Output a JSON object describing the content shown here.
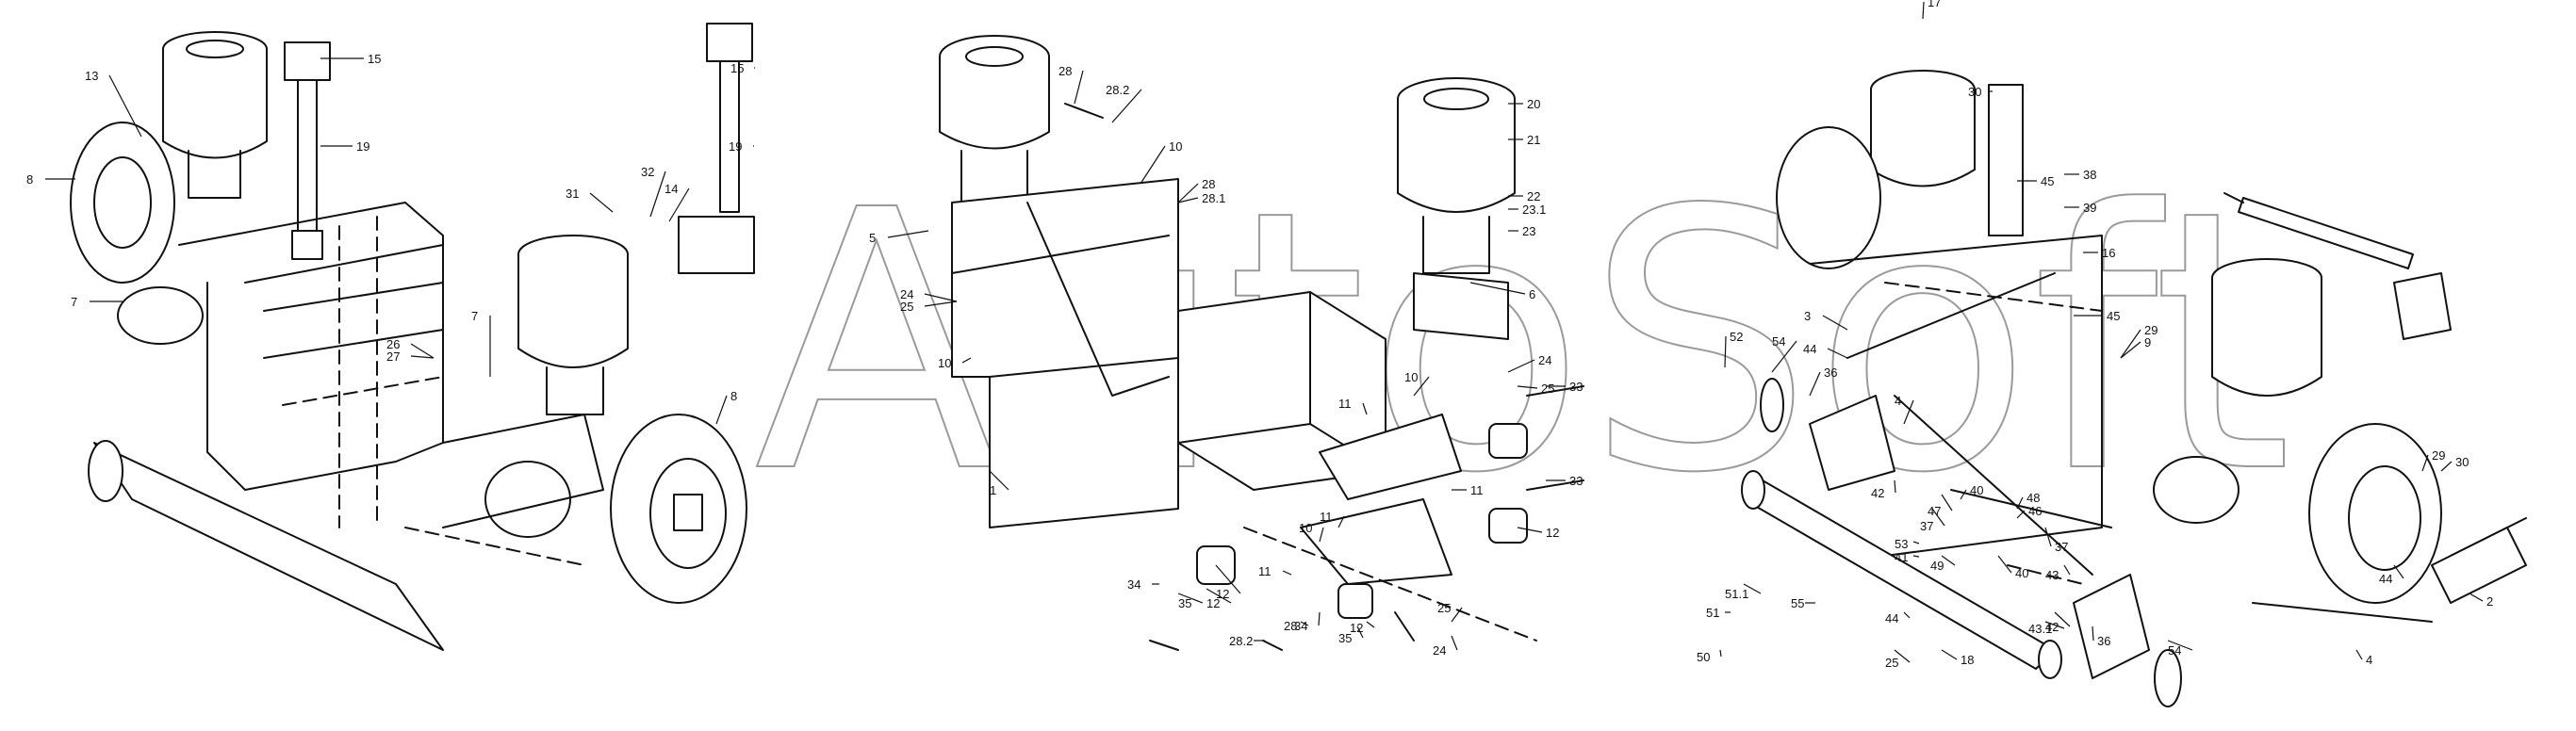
{
  "watermark": "AutoSoft",
  "callouts": [
    "13",
    "8",
    "7",
    "15",
    "19",
    "31",
    "32",
    "14",
    "15",
    "19",
    "7",
    "26",
    "27",
    "8",
    "28",
    "28.2",
    "10",
    "5",
    "28",
    "28.1",
    "24",
    "25",
    "10",
    "1",
    "20",
    "21",
    "22",
    "23.1",
    "23",
    "6",
    "24",
    "25",
    "33",
    "11",
    "10",
    "11",
    "11",
    "33",
    "12",
    "12",
    "10",
    "11",
    "34",
    "35",
    "12",
    "34",
    "35",
    "28",
    "12",
    "28.2",
    "24",
    "25",
    "45",
    "17",
    "30",
    "38",
    "39",
    "16",
    "45",
    "52",
    "54",
    "36",
    "3",
    "44",
    "4",
    "29",
    "9",
    "42",
    "47",
    "37",
    "40",
    "48",
    "46",
    "53",
    "41",
    "49",
    "40",
    "37",
    "43",
    "29",
    "30",
    "44",
    "2",
    "51.1",
    "51",
    "55",
    "44",
    "42",
    "43.1",
    "4",
    "50",
    "25",
    "18",
    "36",
    "54"
  ]
}
